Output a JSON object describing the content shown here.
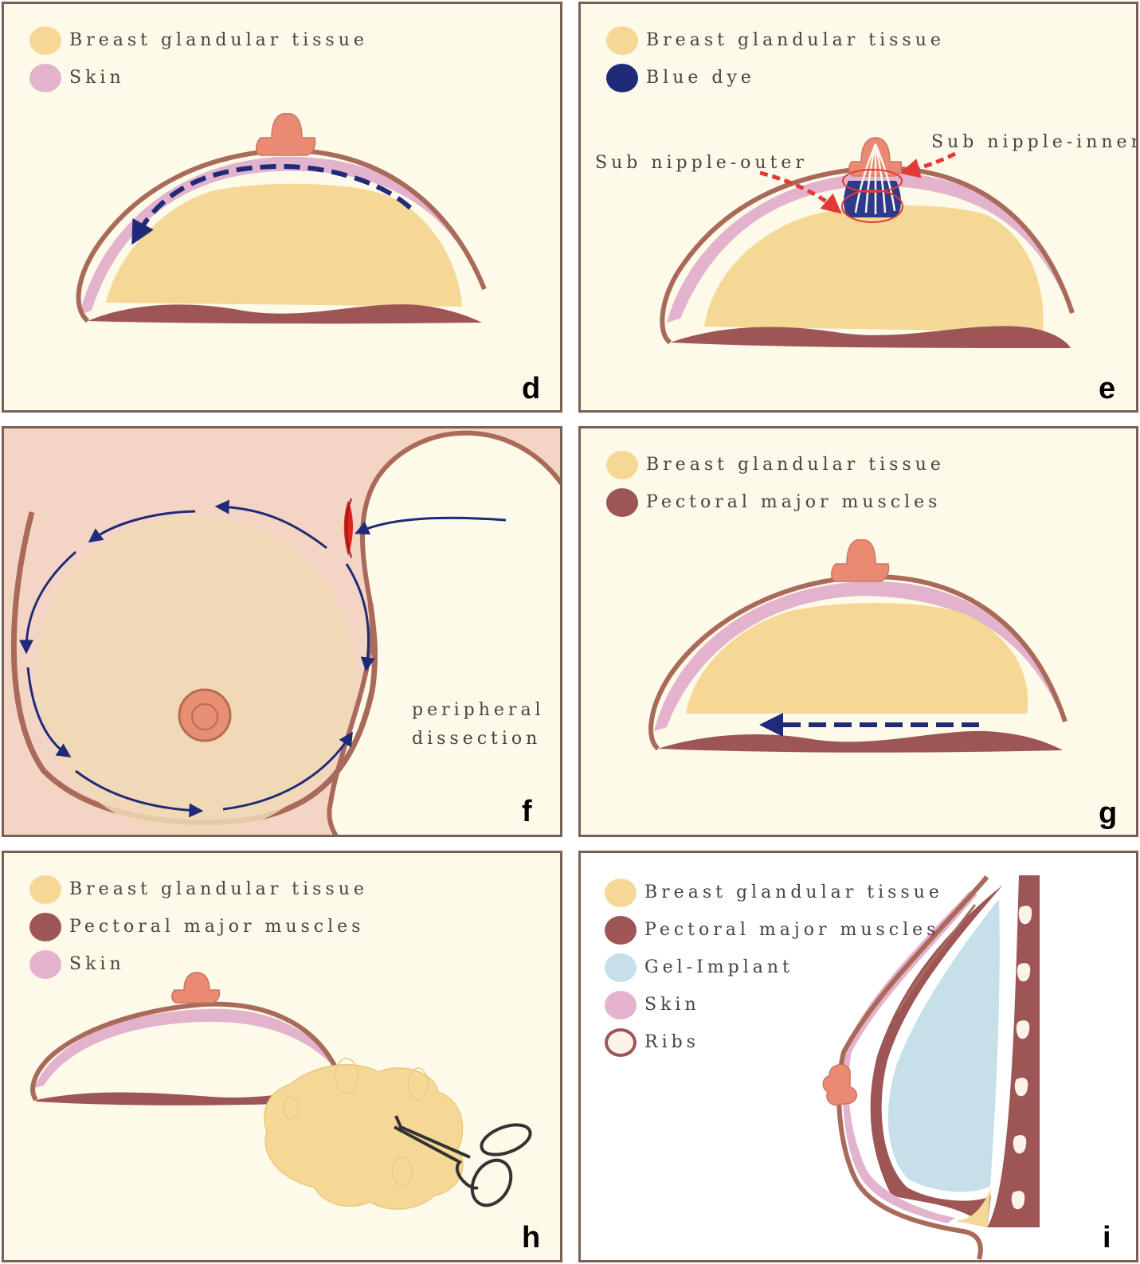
{
  "colors": {
    "gland": "#f5d896",
    "muscle": "#9e5556",
    "skin": "#e3b3cd",
    "dye": "#1f2a78",
    "implant": "#c6e0e9",
    "ribs_fill": "#fbf2ea",
    "ribs_stroke": "#9e5556",
    "outline": "#a96a5a",
    "nipple": "#ea8a72",
    "panel_bg": "#fdfaea",
    "panel_f_bg": "#f4d5c4",
    "border": "#7a5f55",
    "arrow_blue": "#1f2a78",
    "arrow_red": "#e23b35"
  },
  "panels": {
    "d": {
      "label": "d",
      "legend": [
        {
          "text": "Breast glandular tissue",
          "color": "#f5d896"
        },
        {
          "text": "Skin",
          "color": "#e3b3cd"
        }
      ]
    },
    "e": {
      "label": "e",
      "legend": [
        {
          "text": "Breast glandular tissue",
          "color": "#f5d896"
        },
        {
          "text": "Blue dye",
          "color": "#1f2a78"
        }
      ],
      "annotations": {
        "outer": "Sub nipple-outer",
        "inner": "Sub nipple-inner"
      }
    },
    "f": {
      "label": "f",
      "note_line1": "peripheral",
      "note_line2": "dissection"
    },
    "g": {
      "label": "g",
      "legend": [
        {
          "text": "Breast glandular tissue",
          "color": "#f5d896"
        },
        {
          "text": "Pectoral major muscles",
          "color": "#9e5556"
        }
      ]
    },
    "h": {
      "label": "h",
      "legend": [
        {
          "text": "Breast glandular tissue",
          "color": "#f5d896"
        },
        {
          "text": "Pectoral major muscles",
          "color": "#9e5556"
        },
        {
          "text": "Skin",
          "color": "#e3b3cd"
        }
      ]
    },
    "i": {
      "label": "i",
      "legend": [
        {
          "text": "Breast glandular tissue",
          "color": "#f5d896"
        },
        {
          "text": "Pectoral major muscles",
          "color": "#9e5556"
        },
        {
          "text": "Gel-Implant",
          "color": "#c6e0e9"
        },
        {
          "text": "Skin",
          "color": "#e3b3cd"
        },
        {
          "text": "Ribs",
          "color": "#fbf2ea",
          "stroke": "#9e5556"
        }
      ]
    }
  }
}
